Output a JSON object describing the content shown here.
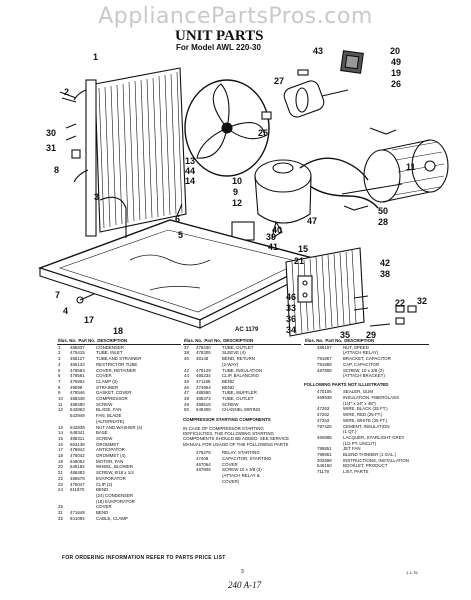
{
  "watermark": "AppliancePartsPros.com",
  "header": {
    "title": "UNIT PARTS",
    "subtitle": "For Model AWL 220-30"
  },
  "figure_code": "AC 1179",
  "callouts": [
    "1",
    "2",
    "30",
    "31",
    "8",
    "3",
    "5",
    "6",
    "7",
    "4",
    "27",
    "43",
    "20",
    "49",
    "19",
    "26",
    "25",
    "13",
    "44",
    "14",
    "10",
    "9",
    "12",
    "40",
    "39",
    "41",
    "47",
    "11",
    "50",
    "28",
    "15",
    "21",
    "42",
    "38",
    "46",
    "33",
    "36",
    "17",
    "18",
    "22",
    "32",
    "29",
    "34",
    "35"
  ],
  "col1": {
    "h1": "Illus.",
    "h2": "Part",
    "h3": "No.",
    "h4": "No.",
    "h5": "DESCRIPTION",
    "rows": [
      [
        "1",
        "485837",
        "CONDENSER"
      ],
      [
        "2",
        "479415",
        "TUBE, INLET"
      ],
      [
        "3",
        "485127",
        "TUBE AND STRAINER"
      ],
      [
        "4",
        "485143",
        "RESTRICTOR TUBE"
      ],
      [
        "5",
        "478583",
        "COVER, RETAINER"
      ],
      [
        "6",
        "478561",
        "COVER"
      ],
      [
        "7",
        "476864",
        "CLAMP (2)"
      ],
      [
        "8",
        "49599",
        "STRAINER"
      ],
      [
        "9",
        "478546",
        "GASKET, COVER"
      ],
      [
        "10",
        "488448",
        "COMPRESSOR"
      ],
      [
        "11",
        "488480",
        "SCREW"
      ],
      [
        "12",
        "542863",
        "BLADE, FAN"
      ],
      [
        "",
        "542949",
        "FAN, BLADE"
      ],
      [
        "",
        "",
        "(ALTERNATE)"
      ],
      [
        "13",
        "642839",
        "NUT AND WASHER (4)"
      ],
      [
        "14",
        "648341",
        "BASE"
      ],
      [
        "15",
        "488311",
        "SCREW"
      ],
      [
        "16",
        "663148",
        "GROMMET"
      ],
      [
        "17",
        "478942",
        "ANTICIPATOR"
      ],
      [
        "18",
        "475042",
        "GROMMET (4)"
      ],
      [
        "19",
        "648052",
        "MOTOR, FAN"
      ],
      [
        "20",
        "648182",
        "WHEEL, BLOWER"
      ],
      [
        "21",
        "486483",
        "SCREW, 8/18 x 1/4"
      ],
      [
        "22",
        "486579",
        "EVAPORATOR"
      ],
      [
        "23",
        "475047",
        "CLIP (2)"
      ],
      [
        "24",
        "611870",
        "BEND"
      ],
      [
        "",
        "",
        "(24) CONDENSER"
      ],
      [
        "",
        "",
        "(18) EVAPORATOR"
      ],
      [
        "25",
        "",
        "COVER"
      ],
      [
        "31",
        "471648",
        "BEND"
      ],
      [
        "32",
        "641094",
        "CABLE, CLAMP"
      ]
    ]
  },
  "col2": {
    "h1": "Illus.",
    "h2": "Part",
    "h3": "No.",
    "h4": "No.",
    "h5": "DESCRIPTION",
    "rows": [
      [
        "37",
        "479430",
        "TUBE, OUTLET"
      ],
      [
        "38",
        "478305",
        "SLEEVE (4)"
      ],
      [
        "40",
        "48148",
        "BEND, RETURN"
      ],
      [
        "",
        "",
        "(2-WAY)"
      ],
      [
        "42",
        "479129",
        "TUBE, INSULATION"
      ],
      [
        "44",
        "485334",
        "CLIP, BALANCING"
      ],
      [
        "45",
        "471189",
        "BEND"
      ],
      [
        "46",
        "474964",
        "BEND"
      ],
      [
        "47",
        "485590",
        "TUBE, MUFFLER"
      ],
      [
        "48",
        "485473",
        "TUBE, OUTLET"
      ],
      [
        "49",
        "488515",
        "SCREW"
      ],
      [
        "50",
        "649408",
        "CHANNEL WIRING"
      ]
    ],
    "section": "COMPRESSOR STARTING COMPONENTS",
    "note": "IN CASE OF COMPRESSOR STARTING DIFFICULTIES, THE FOLLOWING STARTING COMPONENTS SHOULD BE ADDED. SEE SERVICE MANUAL FOR USAGE OF THE FOLLOWING PARTS",
    "rows2": [
      [
        "",
        "479275",
        "RELAY, STARTING"
      ],
      [
        "",
        "47408",
        "CAPACITOR, STARTING"
      ],
      [
        "",
        "467064",
        "COVER"
      ],
      [
        "",
        "487808",
        "SCREW 10 x 3/8 (3)"
      ],
      [
        "",
        "",
        "(ATTACH RELAY &"
      ],
      [
        "",
        "",
        "COVER)"
      ]
    ]
  },
  "col3": {
    "h1": "Illus.",
    "h2": "Part",
    "h3": "No.",
    "h4": "No.",
    "h5": "DESCRIPTION",
    "rows": [
      [
        "",
        "486197",
        "NUT, SPEED"
      ],
      [
        "",
        "",
        "(ATTACH RELAY)"
      ],
      [
        "",
        "791867",
        "BRACKET, CAPACITOR"
      ],
      [
        "",
        "791868",
        "CAP, CAPACITOR"
      ],
      [
        "",
        "487808",
        "SCREW, 10 x 3/8 (2)"
      ],
      [
        "",
        "",
        "(ATTACH BRACKET)"
      ]
    ],
    "section": "FOLLOWING PARTS NOT ILLUSTRATED",
    "rows2": [
      [
        "",
        "470106",
        "SEALER, GUM"
      ],
      [
        "",
        "469938",
        "INSULATION, FIBERGLASS"
      ],
      [
        "",
        "",
        "(1/4\" x 24\" x 48\")"
      ],
      [
        "",
        "47263",
        "WIRE, BLACK (25 FT.)"
      ],
      [
        "",
        "47262",
        "WIRE, RED (25 FT.)"
      ],
      [
        "",
        "47263",
        "WIRE, WHITE (25 FT.)"
      ],
      [
        "",
        "797425",
        "CEMENT, INSULATION"
      ],
      [
        "",
        "",
        "(1 QT.)"
      ],
      [
        "",
        "460888",
        "LACQUER, STARLIGHT GREY"
      ],
      [
        "",
        "",
        "(1/2 PT. UNCUT)"
      ],
      [
        "",
        "799851",
        "JET FAN"
      ],
      [
        "",
        "799851",
        "BLEND THINNER (1 GAL.)"
      ],
      [
        "",
        "302598",
        "INSTRUCTIONS, INSTALLATION"
      ],
      [
        "",
        "646150",
        "BOOKLET, PRODUCT"
      ],
      [
        "",
        "71178",
        "LIST, PARTS"
      ]
    ]
  },
  "footer": "FOR ORDERING INFORMATION REFER TO PARTS PRICE LIST",
  "page_number": "3",
  "handwritten": "240  A-17",
  "corner_code": "1-1-76"
}
